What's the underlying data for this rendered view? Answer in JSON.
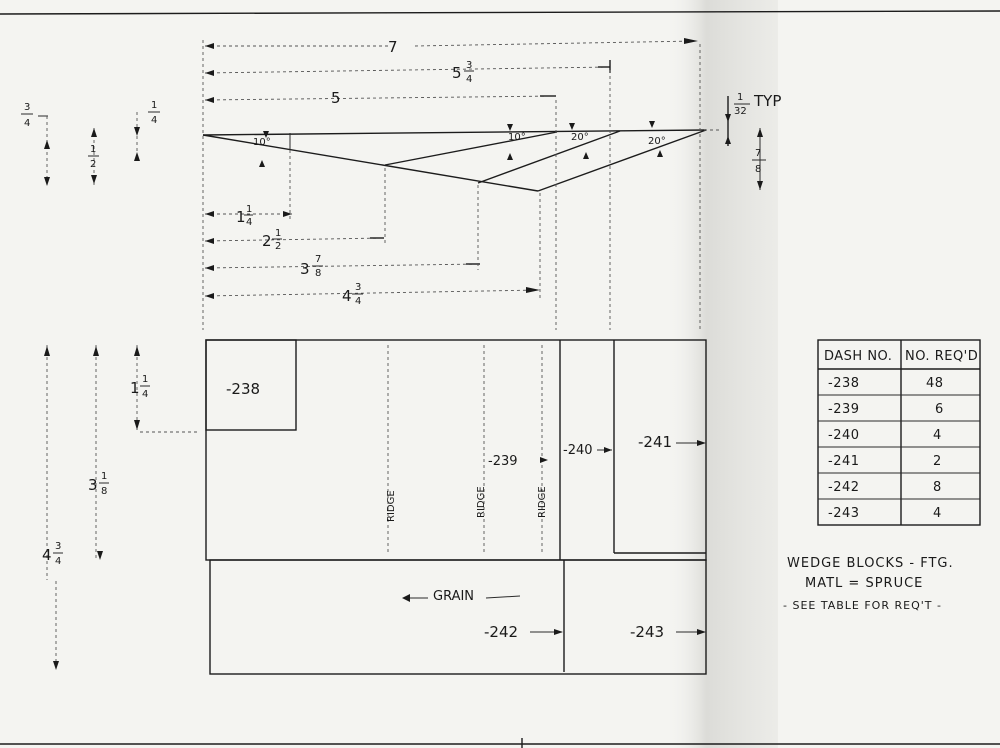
{
  "top_view": {
    "dims": {
      "d7": "7",
      "d5_3_4_whole": "5",
      "d5_3_4_num": "3",
      "d5_3_4_den": "4",
      "d5": "5",
      "d1_32_num": "1",
      "d1_32_den": "32",
      "typ": "TYP",
      "d7_8_num": "7",
      "d7_8_den": "8",
      "d3_4_num": "3",
      "d3_4_den": "4",
      "d1_2_num": "1",
      "d1_2_den": "2",
      "d1_4_num": "1",
      "d1_4_den": "4",
      "d1_1_4_whole": "1",
      "d1_1_4_num": "1",
      "d1_1_4_den": "4",
      "d2_1_2_whole": "2",
      "d2_1_2_num": "1",
      "d2_1_2_den": "2",
      "d3_7_8_whole": "3",
      "d3_7_8_num": "7",
      "d3_7_8_den": "8",
      "d4_3_4_whole": "4",
      "d4_3_4_num": "3",
      "d4_3_4_den": "4"
    },
    "angles": [
      "10°",
      "10°",
      "20°",
      "20°"
    ]
  },
  "plan_view": {
    "dims": {
      "p1_1_4_whole": "1",
      "p1_1_4_num": "1",
      "p1_1_4_den": "4",
      "p3_1_8_whole": "3",
      "p3_1_8_num": "1",
      "p3_1_8_den": "8",
      "p4_3_4_whole": "4",
      "p4_3_4_num": "3",
      "p4_3_4_den": "4"
    },
    "labels": {
      "b238": "-238",
      "b239": "-239",
      "b240": "-240",
      "b241": "-241",
      "b242": "-242",
      "b243": "-243",
      "ridge": "RIDGE",
      "grain": "GRAIN"
    }
  },
  "table": {
    "headers": [
      "DASH NO.",
      "NO. REQ'D"
    ],
    "rows": [
      [
        "-238",
        "48"
      ],
      [
        "-239",
        "6"
      ],
      [
        "-240",
        "4"
      ],
      [
        "-241",
        "2"
      ],
      [
        "-242",
        "8"
      ],
      [
        "-243",
        "4"
      ]
    ]
  },
  "notes": {
    "line1": "WEDGE BLOCKS - FTG.",
    "line2": "MATL = SPRUCE",
    "line3": "- SEE TABLE FOR REQ'T -"
  }
}
